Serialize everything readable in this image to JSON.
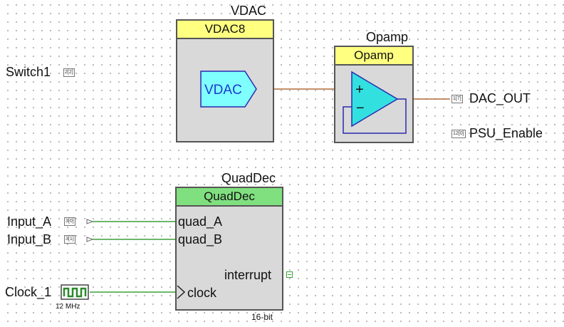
{
  "vdac": {
    "instance_name": "VDAC",
    "type_label": "VDAC8",
    "symbol_label": "VDAC",
    "header_color": "#ffff80"
  },
  "opamp": {
    "instance_name": "Opamp",
    "type_label": "Opamp",
    "plus_sign": "+",
    "minus_sign": "−",
    "header_color": "#ffff80"
  },
  "quaddec": {
    "instance_name": "QuadDec",
    "type_label": "QuadDec",
    "pin_quad_a": "quad_A",
    "pin_quad_b": "quad_B",
    "pin_interrupt": "interrupt",
    "pin_clock": "clock",
    "footer": "16-bit",
    "header_color": "#80e080"
  },
  "pins": {
    "switch1": {
      "name": "Switch1",
      "tag": "2[2]"
    },
    "dac_out": {
      "name": "DAC_OUT",
      "tag": "1[7]"
    },
    "psu_enable": {
      "name": "PSU_Enable",
      "tag": "12[0]"
    },
    "input_a": {
      "name": "Input_A",
      "tag": "3[0]"
    },
    "input_b": {
      "name": "Input_B",
      "tag": "3[1]"
    }
  },
  "clock": {
    "name": "Clock_1",
    "frequency": "12 MHz"
  },
  "colors": {
    "analog_wire": "#b06a3a",
    "digital_wire": "#3aa03a",
    "vdac_fill": "#80ffff",
    "symbol_outline": "#2a2ab0"
  }
}
